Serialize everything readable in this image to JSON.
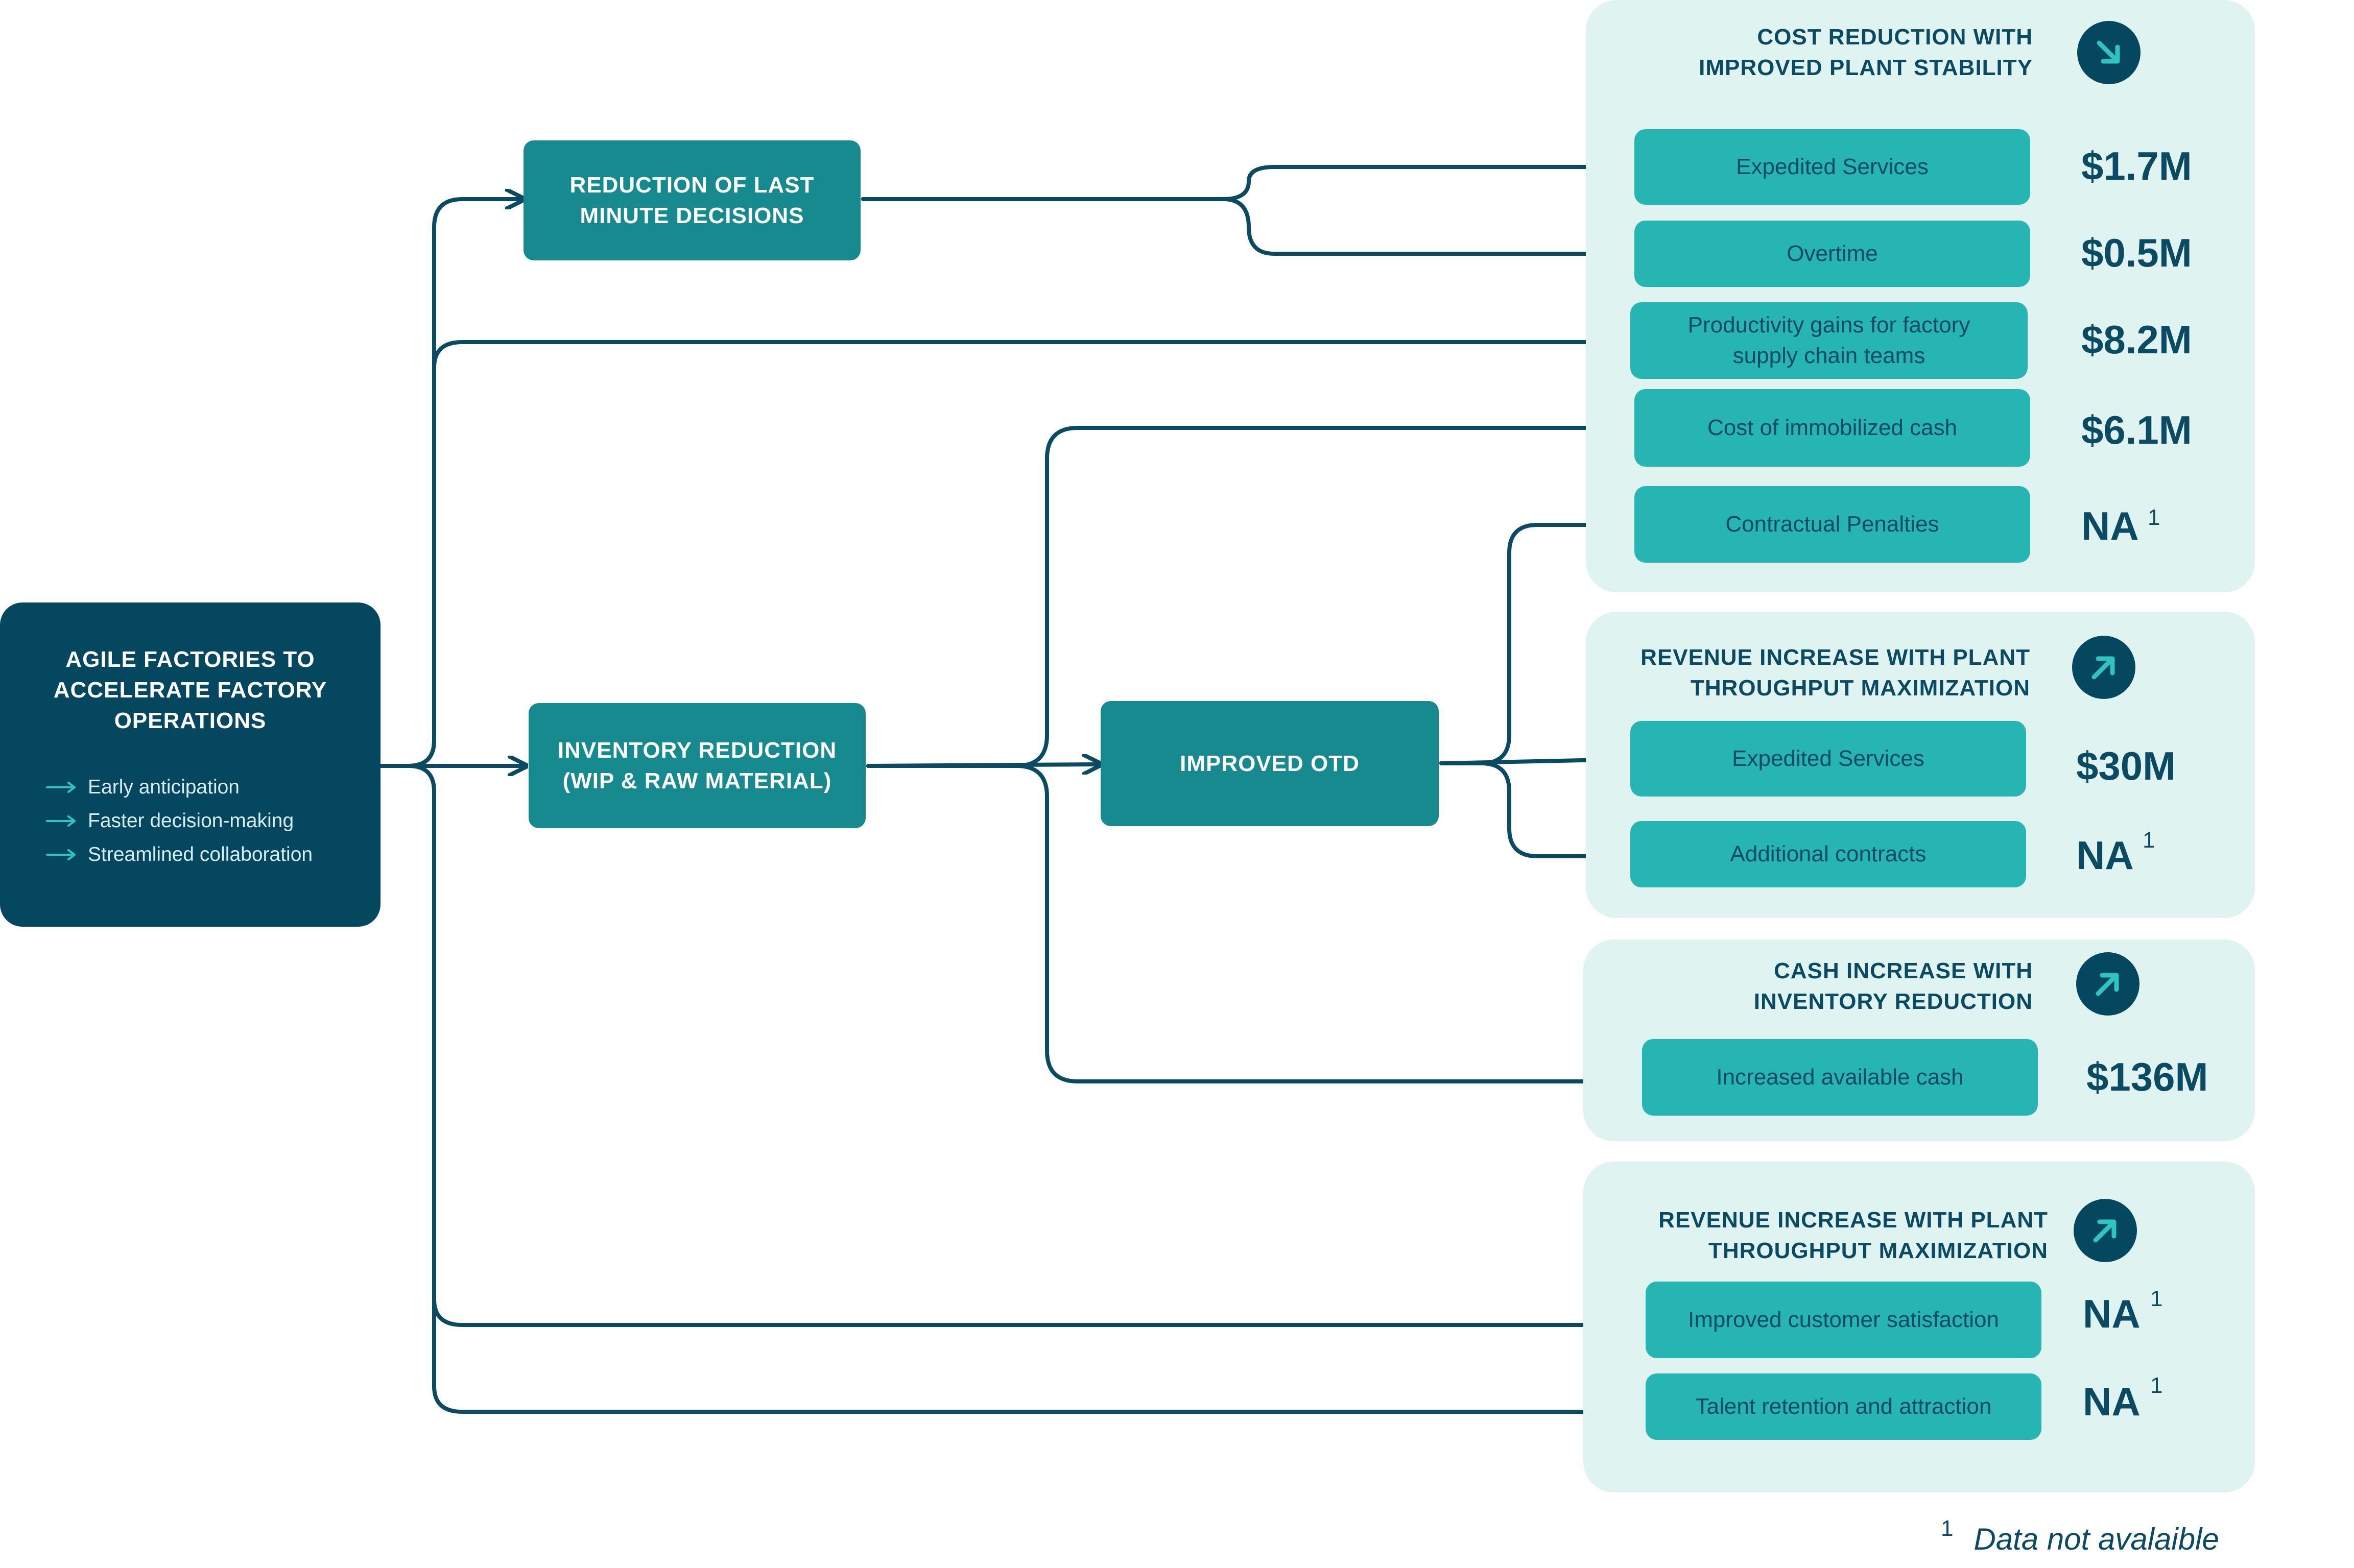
{
  "root": {
    "title": "AGILE FACTORIES TO ACCELERATE FACTORY OPERATIONS",
    "bullets": [
      "Early anticipation",
      "Faster decision-making",
      "Streamlined collaboration"
    ]
  },
  "drivers": {
    "last_minute": "REDUCTION OF LAST MINUTE DECISIONS",
    "inventory": "INVENTORY REDUCTION (WIP & RAW MATERIAL)",
    "otd": "IMPROVED OTD"
  },
  "panels": {
    "cost": {
      "title": "COST REDUCTION WITH IMPROVED PLANT STABILITY",
      "trend": "down-right-arrow",
      "items": [
        {
          "label": "Expedited Services",
          "value": "$1.7M"
        },
        {
          "label": "Overtime",
          "value": "$0.5M"
        },
        {
          "label": "Productivity gains for factory supply chain teams",
          "value": "$8.2M"
        },
        {
          "label": "Cost of immobilized cash",
          "value": "$6.1M"
        },
        {
          "label": "Contractual Penalties",
          "value": "NA",
          "note": "1"
        }
      ]
    },
    "revenue1": {
      "title": "REVENUE INCREASE WITH PLANT THROUGHPUT MAXIMIZATION",
      "trend": "up-right-arrow",
      "items": [
        {
          "label": "Expedited Services",
          "value": "$30M"
        },
        {
          "label": "Additional contracts",
          "value": "NA",
          "note": "1"
        }
      ]
    },
    "cash": {
      "title": "CASH INCREASE WITH INVENTORY REDUCTION",
      "trend": "up-right-arrow",
      "items": [
        {
          "label": "Increased available cash",
          "value": "$136M"
        }
      ]
    },
    "revenue2": {
      "title": "REVENUE INCREASE WITH PLANT THROUGHPUT MAXIMIZATION",
      "trend": "up-right-arrow",
      "items": [
        {
          "label": "Improved customer satisfaction",
          "value": "NA",
          "note": "1"
        },
        {
          "label": "Talent retention and attraction",
          "value": "NA",
          "note": "1"
        }
      ]
    }
  },
  "footnote": {
    "mark": "1",
    "text": "Data not avalaible"
  },
  "colors": {
    "dark": "#05475f",
    "mid": "#168a8e",
    "light": "#26b5b3",
    "panel": "#dff3f1",
    "text": "#0b4a63",
    "line": "#0b4a63",
    "accent": "#2ec4c0"
  }
}
